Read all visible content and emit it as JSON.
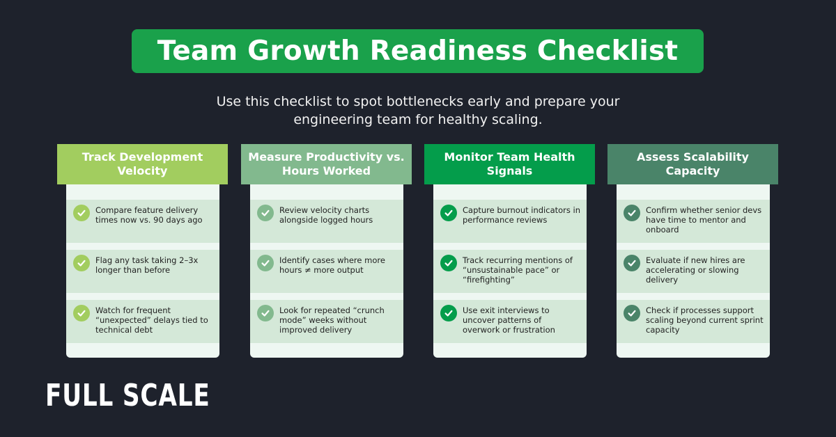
{
  "header": {
    "title": "Team Growth Readiness Checklist",
    "subtitle_line1": "Use this checklist to spot bottlenecks early and prepare your",
    "subtitle_line2": "engineering team for healthy scaling.",
    "title_bg": "#1aa14b"
  },
  "columns": [
    {
      "title": "Track Development Velocity",
      "header_color": "#a2cd5f",
      "check_color": "#a2cd5f",
      "icon": "check-circle-icon",
      "items": [
        "Compare feature delivery times now vs. 90 days ago",
        "Flag any task taking 2–3x longer than before",
        "Watch for frequent “unexpected” delays tied to technical debt"
      ]
    },
    {
      "title": "Measure Productivity vs. Hours Worked",
      "header_color": "#82b98e",
      "check_color": "#82b98e",
      "icon": "check-circle-icon",
      "items": [
        "Review velocity charts alongside logged hours",
        "Identify cases where more hours ≠ more output",
        "Look for repeated “crunch mode” weeks without improved delivery"
      ]
    },
    {
      "title": "Monitor Team Health Signals",
      "header_color": "#049d4b",
      "check_color": "#049d4b",
      "icon": "check-circle-icon",
      "items": [
        "Capture burnout indicators in performance reviews",
        "Track recurring mentions of “unsustainable pace” or “firefighting”",
        "Use exit interviews to uncover patterns of overwork or frustration"
      ]
    },
    {
      "title": "Assess Scalability Capacity",
      "header_color": "#4a8469",
      "check_color": "#4a8469",
      "icon": "check-circle-icon",
      "items": [
        "Confirm whether senior devs have time to mentor and onboard",
        "Evaluate if new hires are accelerating or slowing delivery",
        "Check if processes support scaling beyond current sprint capacity"
      ]
    }
  ],
  "footer": {
    "logo_text": "FULL SCALE"
  }
}
